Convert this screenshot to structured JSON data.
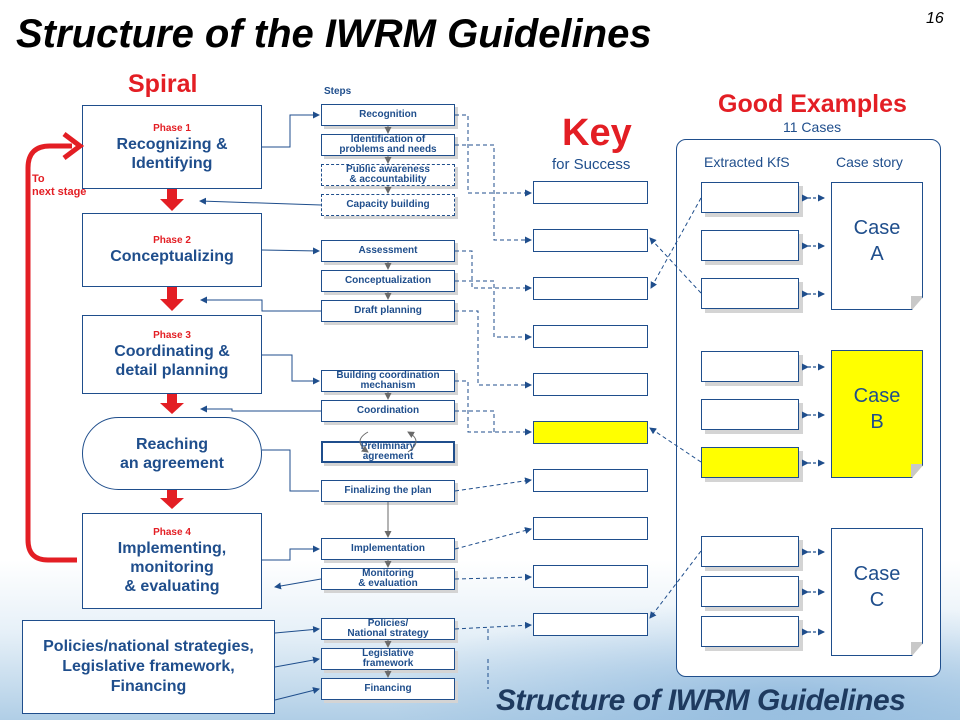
{
  "title": "Structure of the IWRM Guidelines",
  "page_number": "16",
  "spiral_label": "Spiral",
  "to_next_stage": [
    "To",
    "next stage"
  ],
  "steps_label": "Steps",
  "key": {
    "title": "Key",
    "subtitle": "for Success"
  },
  "good_examples": {
    "title": "Good Examples",
    "count": "11 Cases",
    "col_kfs": "Extracted KfS",
    "col_case": "Case story"
  },
  "phases": [
    {
      "number": "Phase 1",
      "title": [
        "Recognizing &",
        "Identifying"
      ]
    },
    {
      "number": "Phase 2",
      "title": [
        "Conceptualizing"
      ]
    },
    {
      "number": "Phase 3",
      "title": [
        "Coordinating &",
        "detail planning"
      ]
    },
    {
      "number": "",
      "title": [
        "Reaching",
        "an agreement"
      ]
    },
    {
      "number": "Phase 4",
      "title": [
        "Implementing,",
        "monitoring",
        "& evaluating"
      ]
    }
  ],
  "steps": [
    [
      "Recognition"
    ],
    [
      "Identification of",
      "problems and needs"
    ],
    [
      "Public awareness",
      "& accountability"
    ],
    [
      "Capacity building"
    ],
    [
      "Assessment"
    ],
    [
      "Conceptualization"
    ],
    [
      "Draft planning"
    ],
    [
      "Building  coordination",
      "mechanism"
    ],
    [
      "Coordination"
    ],
    [
      "Preliminary",
      "agreement"
    ],
    [
      "Finalizing the plan"
    ],
    [
      "Implementation"
    ],
    [
      "Monitoring",
      "& evaluation"
    ],
    [
      "Policies/",
      "National strategy"
    ],
    [
      "Legislative",
      "framework"
    ],
    [
      "Financing"
    ]
  ],
  "policies_box": [
    "Policies/national strategies,",
    "Legislative framework,",
    "Financing"
  ],
  "cases": [
    {
      "label": "Case",
      "letter": "A"
    },
    {
      "label": "Case",
      "letter": "B"
    },
    {
      "label": "Case",
      "letter": "C"
    }
  ],
  "footer": "Structure of IWRM Guidelines",
  "colors": {
    "blue": "#1f4e8c",
    "red": "#e31e24",
    "highlight": "#ffff00"
  }
}
